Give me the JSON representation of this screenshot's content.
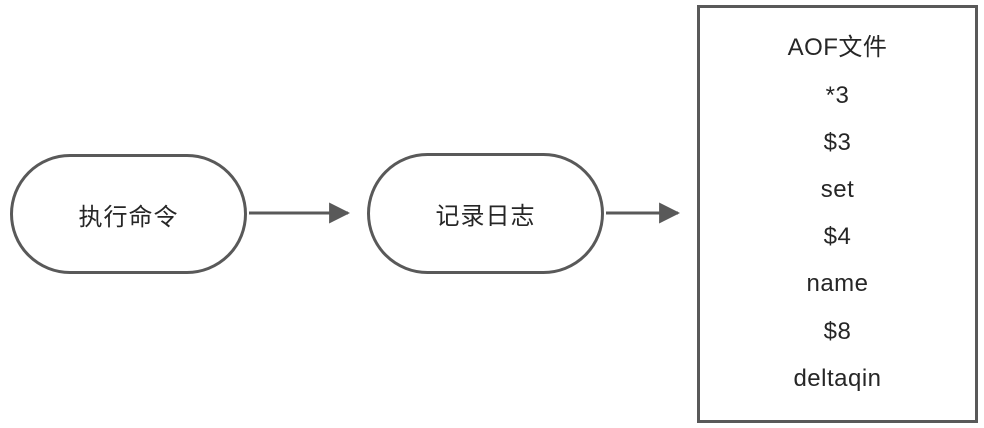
{
  "diagram": {
    "nodes": {
      "execute": {
        "label": "执行命令"
      },
      "log": {
        "label": "记录日志"
      }
    },
    "aof_box": {
      "lines": [
        "AOF文件",
        "*3",
        "$3",
        "set",
        "$4",
        "name",
        "$8",
        "deltaqin"
      ]
    },
    "colors": {
      "stroke": "#595959",
      "text": "#262626",
      "background": "#ffffff"
    }
  }
}
